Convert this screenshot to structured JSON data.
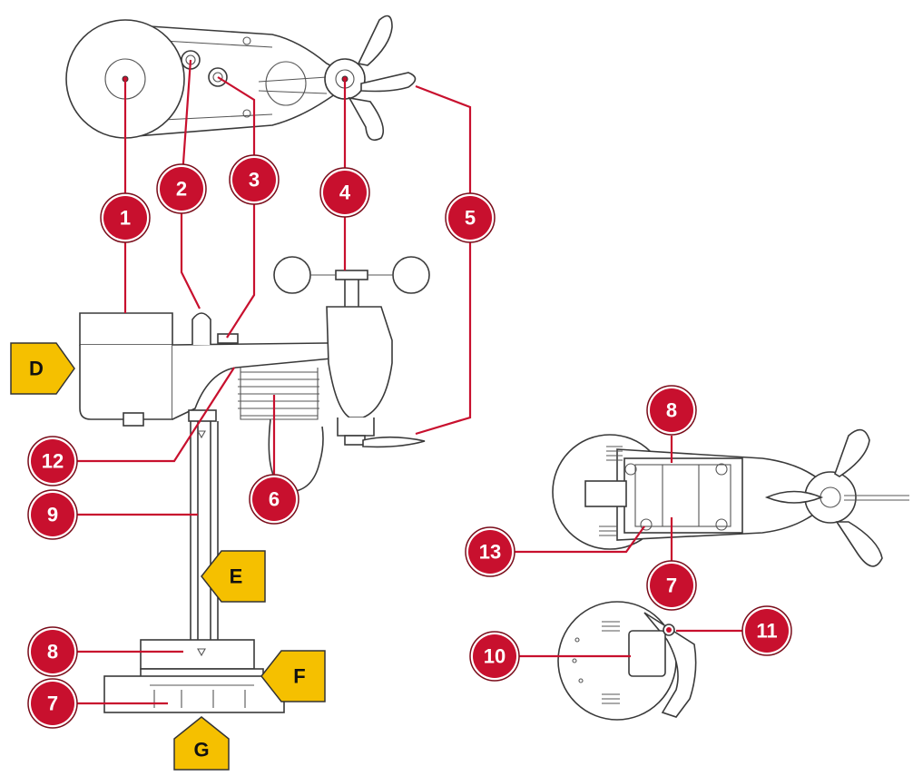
{
  "colors": {
    "badge_fill": "#c8102e",
    "badge_ring": "#ffffff",
    "badge_outline": "#7a0c1a",
    "leader": "#c8102e",
    "tag_fill": "#f5c000",
    "tag_outline": "#333333",
    "line_art": "#3a3a3a"
  },
  "callouts": [
    {
      "id": "c1",
      "label": "1"
    },
    {
      "id": "c2",
      "label": "2"
    },
    {
      "id": "c3",
      "label": "3"
    },
    {
      "id": "c4",
      "label": "4"
    },
    {
      "id": "c5",
      "label": "5"
    },
    {
      "id": "c6",
      "label": "6"
    },
    {
      "id": "c7a",
      "label": "7"
    },
    {
      "id": "c7b",
      "label": "7"
    },
    {
      "id": "c8a",
      "label": "8"
    },
    {
      "id": "c8b",
      "label": "8"
    },
    {
      "id": "c9",
      "label": "9"
    },
    {
      "id": "c10",
      "label": "10"
    },
    {
      "id": "c11",
      "label": "11"
    },
    {
      "id": "c12",
      "label": "12"
    },
    {
      "id": "c13",
      "label": "13"
    }
  ],
  "tags": [
    {
      "id": "tD",
      "label": "D"
    },
    {
      "id": "tE",
      "label": "E"
    },
    {
      "id": "tF",
      "label": "F"
    },
    {
      "id": "tG",
      "label": "G"
    }
  ]
}
